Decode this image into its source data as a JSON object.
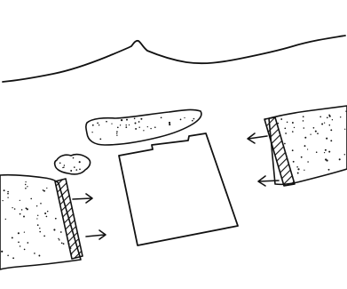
{
  "diagram": {
    "style": "hand-drawn line sketch",
    "background_color": "#ffffff",
    "ink_color": "#111111",
    "components": [
      "shoreline-edge",
      "speckled-sediment-patch-left",
      "speckled-sediment-patch-right",
      "small-speckled-sediment-blob",
      "central-block",
      "left-hatched-wall",
      "right-hatched-wall",
      "left-outward-arrows",
      "right-outward-arrows"
    ]
  }
}
